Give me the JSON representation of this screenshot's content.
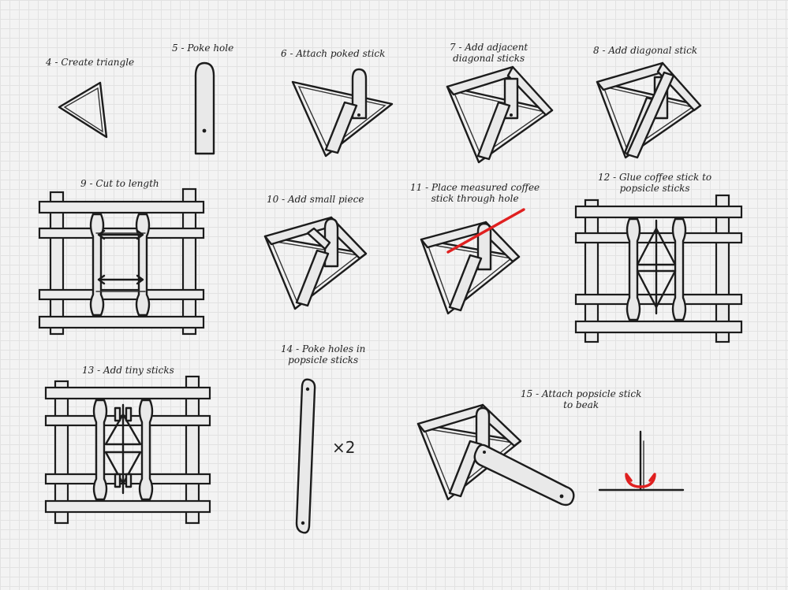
{
  "steps": [
    {
      "id": "4",
      "line1": "4 - Create triangle",
      "line2": ""
    },
    {
      "id": "5",
      "line1": "5 - Poke hole",
      "line2": ""
    },
    {
      "id": "6",
      "line1": "6 - Attach poked stick",
      "line2": ""
    },
    {
      "id": "7",
      "line1": "7 - Add adjacent",
      "line2": "diagonal sticks"
    },
    {
      "id": "8",
      "line1": "8 - Add diagonal stick",
      "line2": ""
    },
    {
      "id": "9",
      "line1": "9 - Cut to length",
      "line2": ""
    },
    {
      "id": "10",
      "line1": "10 - Add small piece",
      "line2": ""
    },
    {
      "id": "11",
      "line1": "11 - Place measured coffee",
      "line2": "stick through hole"
    },
    {
      "id": "12",
      "line1": "12 - Glue coffee stick to",
      "line2": "popsicle sticks"
    },
    {
      "id": "13",
      "line1": "13 - Add tiny sticks",
      "line2": ""
    },
    {
      "id": "14",
      "line1": "14 - Poke holes in",
      "line2": "popsicle sticks"
    },
    {
      "id": "15",
      "line1": "15 - Attach popsicle stick",
      "line2": "to beak"
    }
  ],
  "multiplier": "×2",
  "colors": {
    "ink": "#1c1c1c",
    "highlight": "#e02020",
    "grid": "#e2e2e2",
    "paper": "#f3f3f3"
  }
}
